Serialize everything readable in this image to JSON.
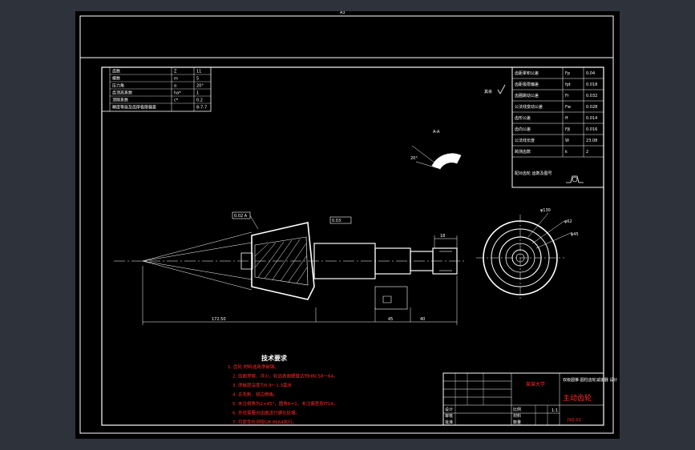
{
  "drawing": {
    "title_top": "A3",
    "part_name": "主动齿轮",
    "surface_mark": "其余",
    "section_label": "A-A",
    "dim_total": "172.50",
    "dim_mid": "45",
    "dim_right": "40",
    "dim_flat": "18",
    "dim_ring1": "φ130",
    "dim_ring2": "φ62",
    "dim_ring3": "φ45",
    "tol_box1": "0.02 A",
    "tol_box2": "0.03",
    "angle_note": "20°"
  },
  "params_table": {
    "rows": [
      {
        "name": "齿数",
        "sym": "Z",
        "val": "11"
      },
      {
        "name": "模数",
        "sym": "m",
        "val": "5"
      },
      {
        "name": "压力角",
        "sym": "α",
        "val": "20°"
      },
      {
        "name": "齿顶高系数",
        "sym": "ha*",
        "val": "1"
      },
      {
        "name": "顶隙系数",
        "sym": "c*",
        "val": "0.2"
      },
      {
        "name": "精度等级及齿厚极限偏差",
        "sym": "",
        "val": "8-7-7"
      }
    ]
  },
  "check_table": {
    "rows": [
      {
        "name": "齿距累积公差",
        "a": "Fp",
        "b": "0.04"
      },
      {
        "name": "齿距极限偏差",
        "a": "fpt",
        "b": "0.018"
      },
      {
        "name": "齿圈跳动公差",
        "a": "Fr",
        "b": "0.032"
      },
      {
        "name": "公法线变动公差",
        "a": "Fw",
        "b": "0.028"
      },
      {
        "name": "齿形公差",
        "a": "ff",
        "b": "0.014"
      },
      {
        "name": "齿向公差",
        "a": "Fβ",
        "b": "0.016"
      },
      {
        "name": "公法线长度",
        "a": "W",
        "b": "23.08"
      },
      {
        "name": "跨测齿数",
        "a": "k",
        "b": "2"
      }
    ],
    "footer": "配对齿轮 齿数及图号"
  },
  "tech_requirements": {
    "title": "技术要求",
    "items": [
      "1. 齿轮 材料选用渗碳钢。",
      "2. 齿面渗碳、淬火，轮齿表面硬度达到HRC58～64。",
      "3. 渗碳层深度为0.9～1.3毫米",
      "4. 去毛刺、锐边倒角。",
      "5. 未注倒角为2×45°，圆角R=1，未注偏差按IT14。",
      "6. 外径需要对齿面进行磷化处理。",
      "7. 可靠性检测按GB 8664执行。"
    ]
  },
  "title_block": {
    "school": "某某大学",
    "project": "双级圆锥-圆柱齿轮减速器 设计",
    "drawing_no": "JSQ-01",
    "scale": "1:1",
    "labels": [
      "设计",
      "审核",
      "批准",
      "比例",
      "材料",
      "数量"
    ]
  }
}
